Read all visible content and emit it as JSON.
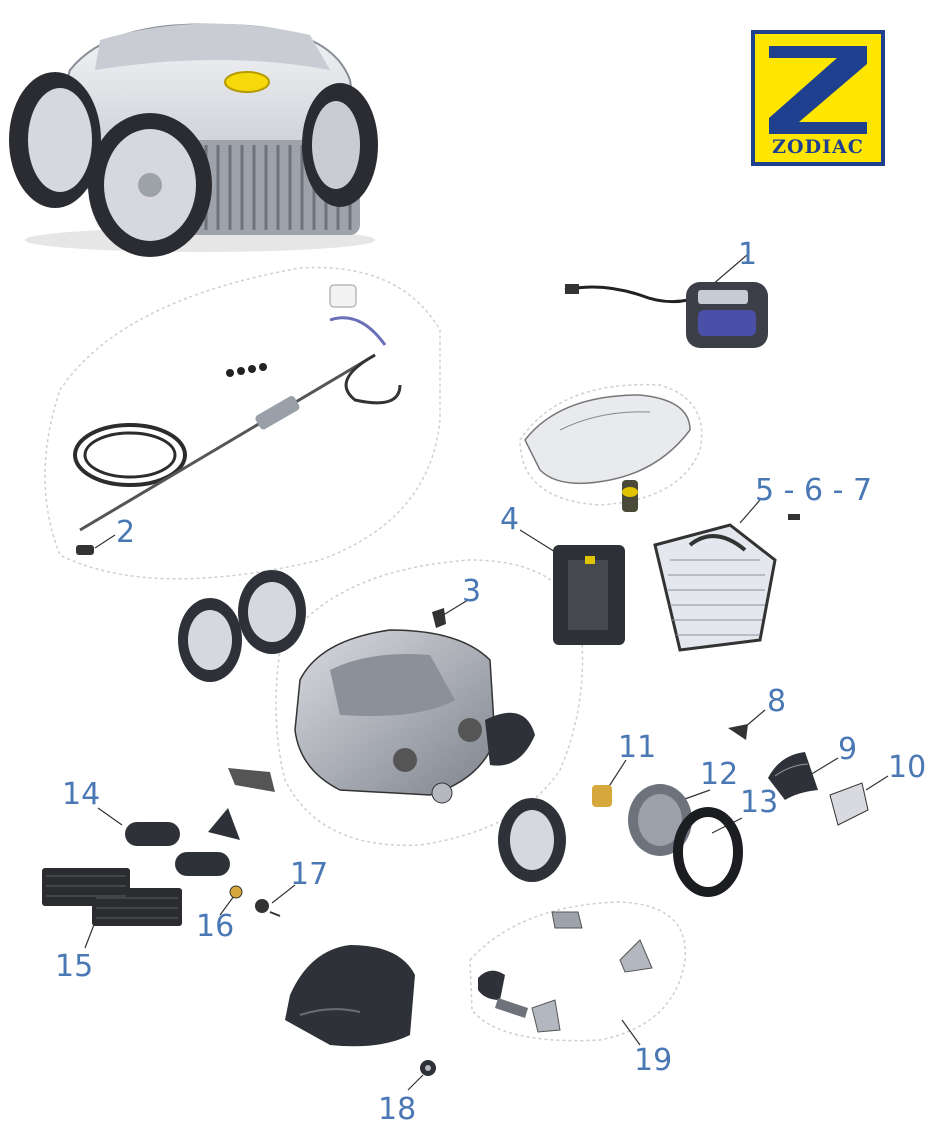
{
  "brand": {
    "logo_text": "ZODIAC"
  },
  "colors": {
    "callout": "#4a78b4",
    "logo_bg": "#ffe600",
    "logo_blue": "#1f3f8f",
    "part_dark": "#2f3138",
    "part_light": "#dfe1e6",
    "outline": "#cfcfcf"
  },
  "callouts": {
    "c1": "1",
    "c2": "2",
    "c3": "3",
    "c4": "4",
    "c5": "5 - 6 - 7",
    "c8": "8",
    "c9": "9",
    "c10": "10",
    "c11": "11",
    "c12": "12",
    "c13": "13",
    "c14": "14",
    "c15": "15",
    "c16": "16",
    "c17": "17",
    "c18": "18",
    "c19": "19"
  }
}
